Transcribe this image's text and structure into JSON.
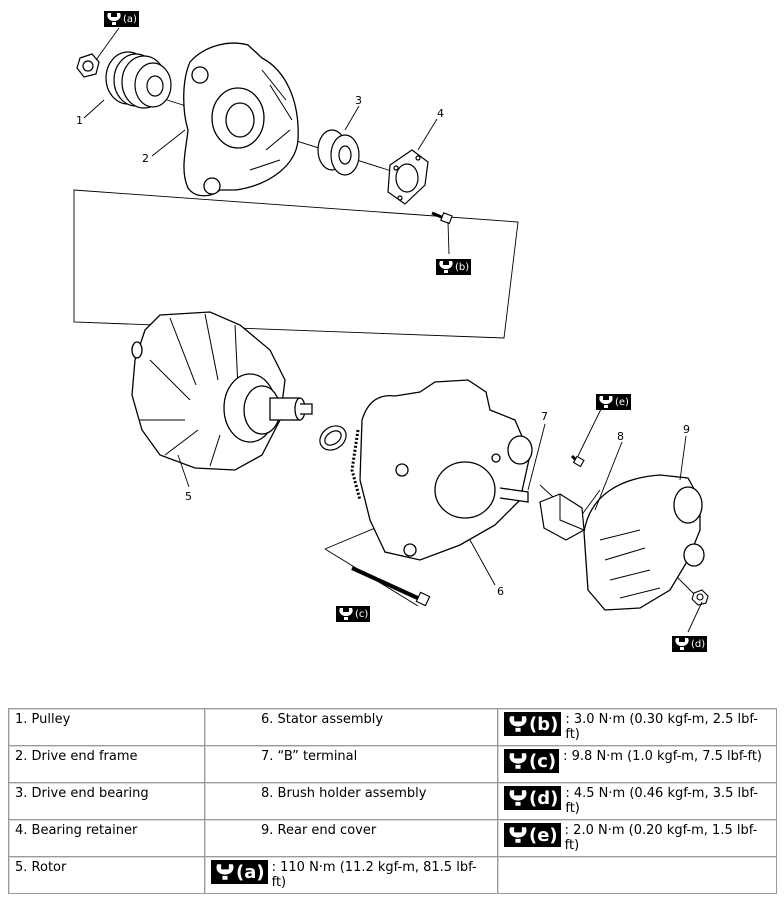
{
  "callouts": [
    "1",
    "2",
    "3",
    "4",
    "5",
    "6",
    "7",
    "8",
    "9"
  ],
  "tags": [
    "(a)",
    "(b)",
    "(c)",
    "(d)",
    "(e)"
  ],
  "icons": {
    "torque": "torque-wrench-icon"
  },
  "legend": {
    "rows": [
      {
        "c1": "1. Pulley",
        "c2": "6. Stator assembly",
        "c3_letter": "(b)",
        "c3_text": ": 3.0 N·m (0.30 kgf-m, 2.5 lbf-ft)"
      },
      {
        "c1": "2. Drive end frame",
        "c2": "7. “B” terminal",
        "c3_letter": "(c)",
        "c3_text": ": 9.8 N·m (1.0 kgf-m, 7.5 lbf-ft)"
      },
      {
        "c1": "3. Drive end bearing",
        "c2": "8. Brush holder assembly",
        "c3_letter": "(d)",
        "c3_text": ": 4.5 N·m (0.46 kgf-m, 3.5 lbf-ft)"
      },
      {
        "c1": "4. Bearing retainer",
        "c2": "9. Rear end cover",
        "c3_letter": "(e)",
        "c3_text": ": 2.0 N·m (0.20 kgf-m, 1.5 lbf-ft)"
      },
      {
        "c1": "5. Rotor",
        "c2_letter": "(a)",
        "c2_text": ": 110 N·m (11.2 kgf-m, 81.5 lbf-ft)"
      }
    ]
  }
}
